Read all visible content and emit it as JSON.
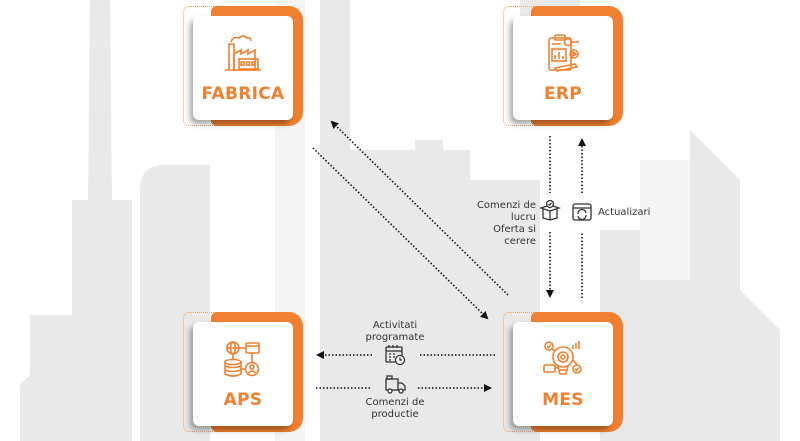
{
  "nodes": {
    "fabrica": {
      "label": "FABRICA",
      "icon": "factory-icon"
    },
    "erp": {
      "label": "ERP",
      "icon": "erp-report-icon"
    },
    "aps": {
      "label": "APS",
      "icon": "aps-database-network-icon"
    },
    "mes": {
      "label": "MES",
      "icon": "mes-gear-bulb-icon"
    }
  },
  "flows": {
    "erp_to_mes": {
      "line1": "Comenzi de",
      "line2": "lucru",
      "line3": "Oferta si",
      "line4": "cerere",
      "icon": "package-check-icon"
    },
    "mes_to_erp": {
      "label": "Actualizari",
      "icon": "refresh-monitor-icon"
    },
    "mes_to_aps": {
      "line1": "Activitati",
      "line2": "programate",
      "icon": "calendar-clock-icon"
    },
    "aps_to_mes": {
      "line1": "Comenzi de",
      "line2": "productie",
      "icon": "delivery-truck-icon"
    }
  },
  "colors": {
    "accent": "#f08030",
    "background_shapes": "#e8e8e8",
    "arrow": "#111111"
  }
}
